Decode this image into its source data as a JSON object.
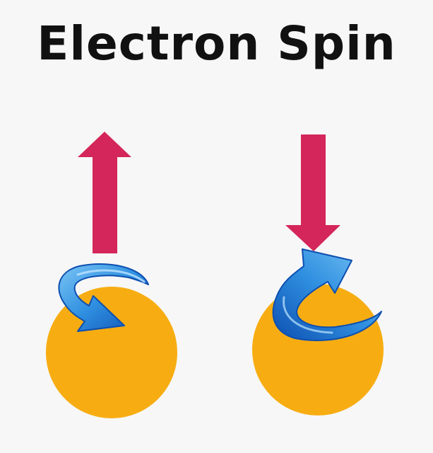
{
  "title": "Electron Spin",
  "colors": {
    "background": "#f7f7f7",
    "title_text": "#111111",
    "electron": "#f7ad12",
    "spin_direction_arrow": "#d4265a",
    "rotation_arrow_light": "#7cc6f5",
    "rotation_arrow_mid": "#2f8fe0",
    "rotation_arrow_dark": "#0d4fb0"
  },
  "electrons": [
    {
      "spin": "up",
      "rotation": "counterclockwise-front"
    },
    {
      "spin": "down",
      "rotation": "clockwise-front"
    }
  ]
}
